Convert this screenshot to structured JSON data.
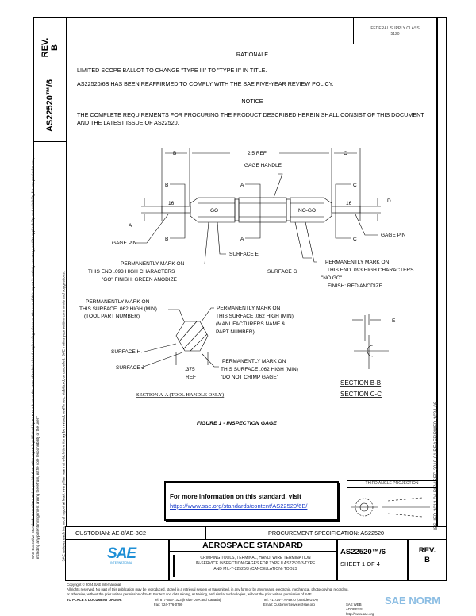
{
  "side": {
    "rev_label": "REV.",
    "rev_value": "B",
    "doc_number": "AS22520™/6",
    "disclaimer_1": "SAE Executive Standards Committee Rules provide that: \"This report is published by SAE to advance the state of technical and engineering sciences. The use of this report is entirely voluntary, and its applicability and suitability for any particular use, including any patent infringement arising therefrom, is the sole responsibility of the user.\"",
    "disclaimer_2": "SAE reviews each technical report at least every five years at which time it may be revised, reaffirmed, stabilized, or cancelled. SAE invites your written comments and suggestions.",
    "dates": "ISSUED 2012-04     REVISED 2019-01     REAFFIRMED 2024-08"
  },
  "header": {
    "fsc_label": "FEDERAL SUPPLY CLASS",
    "fsc_value": "5120"
  },
  "body": {
    "rationale_heading": "RATIONALE",
    "rationale_1": "LIMITED SCOPE BALLOT TO CHANGE \"TYPE III\" TO \"TYPE II\" IN TITLE.",
    "rationale_2": "AS22520/6B HAS BEEN REAFFIRMED TO COMPLY WITH THE SAE FIVE-YEAR REVIEW POLICY.",
    "notice_heading": "NOTICE",
    "notice_text": "THE COMPLETE REQUIREMENTS FOR PROCURING THE PRODUCT DESCRIBED HEREIN SHALL CONSIST OF THIS DOCUMENT AND THE LATEST ISSUE OF AS22520."
  },
  "figure": {
    "dim_b": "B",
    "dim_ref": "2.5 REF",
    "dim_c": "C",
    "gage_handle": "GAGE HANDLE",
    "sec_b": "B",
    "sec_a": "A",
    "sec_c": "C",
    "dim_a": "A",
    "dim_d": "D",
    "finish_16": "16",
    "go": "GO",
    "no_go": "NO-GO",
    "gage_pin": "GAGE PIN",
    "surface_e": "SURFACE E",
    "surface_g": "SURFACE G",
    "go_note": [
      "PERMANENTLY MARK ON",
      "THIS END .093 HIGH CHARACTERS",
      "\"GO\"  FINISH: GREEN ANODIZE"
    ],
    "nogo_note": [
      "PERMANENTLY MARK ON",
      "THIS END .093 HIGH CHARACTERS",
      "\"NO GO\"",
      "FINISH: RED ANODIZE"
    ],
    "part_note": [
      "PERMANENTLY MARK ON",
      "THIS SURFACE .062 HIGH (MIN)",
      "(TOOL PART NUMBER)"
    ],
    "mfr_note": [
      "PERMANENTLY MARK ON",
      "THIS SURFACE .062 HIGH (MIN)",
      "(MANUFACTURERS NAME &",
      "PART NUMBER)"
    ],
    "crimp_note": [
      "PERMANENTLY MARK ON",
      "THIS SURFACE .062 HIGH (MIN)",
      "\"DO NOT CRIMP GAGE\""
    ],
    "surface_h": "SURFACE H",
    "surface_j": "SURFACE J",
    "dim_375": ".375",
    "ref": "REF",
    "section_aa": "SECTION A-A (TOOL HANDLE ONLY)",
    "dim_e": "E",
    "section_bb": "SECTION B-B",
    "section_cc": "SECTION C-C",
    "caption": "FIGURE 1 - INSPECTION GAGE"
  },
  "info": {
    "text": "For more information on this standard, visit",
    "link": "https://www.sae.org/standards/content/AS22520/6B/"
  },
  "projection": {
    "label": "THIRD ANGLE PROJECTION"
  },
  "title_block": {
    "custodian": "CUSTODIAN: AE-8/AE-8C2",
    "procurement": "PROCUREMENT SPECIFICATION: AS22520",
    "logo": "SAE",
    "logo_sub": "INTERNATIONAL",
    "category": "AEROSPACE STANDARD",
    "title": [
      "CRIMPING TOOLS, TERMINAL, HAND, WIRE TERMINATION",
      "IN-SERVICE INSPECTION GAGES FOR TYPE II AS22520/3-TYPE",
      "AND MIL-T-22520/3 (CANCELLATION) TOOLS"
    ],
    "doc_number": "AS22520™/6",
    "sheet": "SHEET 1 OF 4",
    "rev_label": "REV.",
    "rev_value": "B"
  },
  "footer": {
    "copyright": "Copyright © 2024 SAE International",
    "rights": "All rights reserved. No part of this publication may be reproduced, stored in a retrieval system or transmitted, in any form or by any means, electronic, mechanical, photocopying, recording,",
    "rights_2": "or otherwise, without the prior written permission of SAE. For text and data mining, AI training, and similar technologies, without the prior written permission of SAE.",
    "order_label": "TO PLACE A DOCUMENT ORDER:",
    "tel_us": "Tel: 877-606-7323 (inside USA and Canada)",
    "tel_intl": "Tel: +1 724-776-4970 (outside USA)",
    "fax": "Fax: 724-776-0790",
    "email": "Email: CustomerService@sae.org",
    "web": "SAE WEB ADDRESS: http://www.sae.org"
  },
  "watermark": "SAE NORM",
  "colors": {
    "sae_blue": "#1e8fd6",
    "link": "#1a3cc8",
    "watermark": "#7fb6e0"
  }
}
